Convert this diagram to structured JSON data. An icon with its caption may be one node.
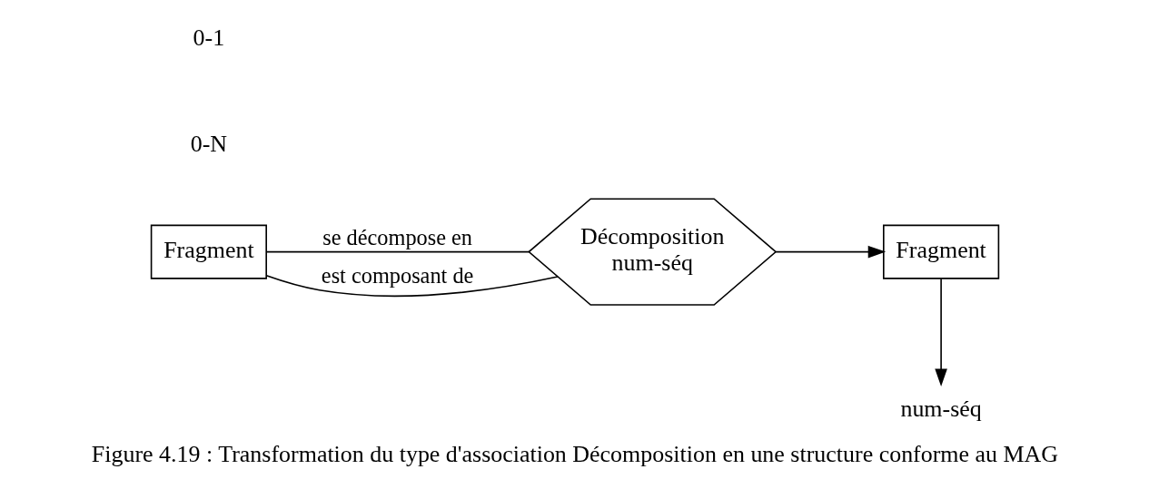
{
  "diagram": {
    "caption": "Figure 4.19 : Transformation du type d'association Décomposition en une structure conforme au MAG",
    "nodes": [
      {
        "text": [
          "Fragment"
        ]
      },
      {
        "text": [
          "Décomposition",
          "num-séq"
        ]
      },
      {
        "text": [
          "Fragment"
        ]
      },
      {
        "text": [
          "num-séq"
        ]
      }
    ],
    "edges": [
      {
        "from": 0,
        "to": 1,
        "arrow": "none",
        "label": "se décompose en"
      },
      {
        "from": 0,
        "to": 1,
        "arrow": "none",
        "label": "est composant de"
      },
      {
        "from": 1,
        "to": 2,
        "arrow": "to"
      },
      {
        "from": 2,
        "to": 3,
        "arrow": "to"
      }
    ],
    "labels": [
      "0-N",
      "0-1"
    ]
  }
}
